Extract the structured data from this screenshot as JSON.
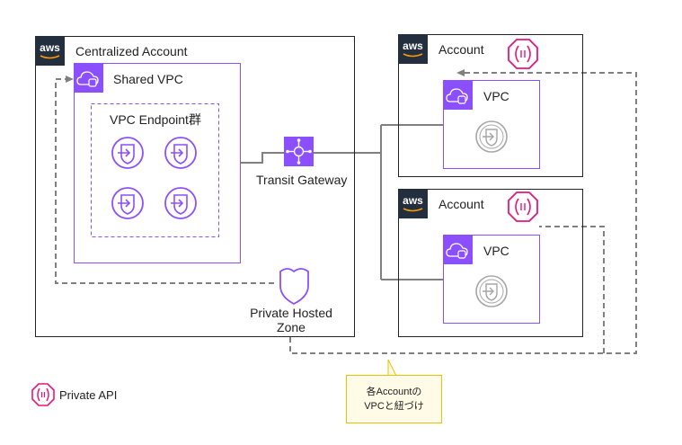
{
  "centralized_account": {
    "title": "Centralized Account",
    "shared_vpc_label": "Shared VPC",
    "endpoint_group_label": "VPC Endpoint群"
  },
  "transit_gateway_label": "Transit Gateway",
  "private_hosted_zone": {
    "line1": "Private Hosted",
    "line2": "Zone"
  },
  "accounts": [
    {
      "title": "Account",
      "vpc_label": "VPC"
    },
    {
      "title": "Account",
      "vpc_label": "VPC"
    }
  ],
  "legend": {
    "private_api_label": "Private API"
  },
  "callout": {
    "line1": "各Accountの",
    "line2": "VPCと紐づけ"
  },
  "aws_logo_text": "aws",
  "colors": {
    "purple": "#8c4fff",
    "pink": "#e7157b",
    "aws_dark": "#232f3e",
    "gray_line": "#7f7f7f",
    "callout_border": "#e8c200"
  }
}
